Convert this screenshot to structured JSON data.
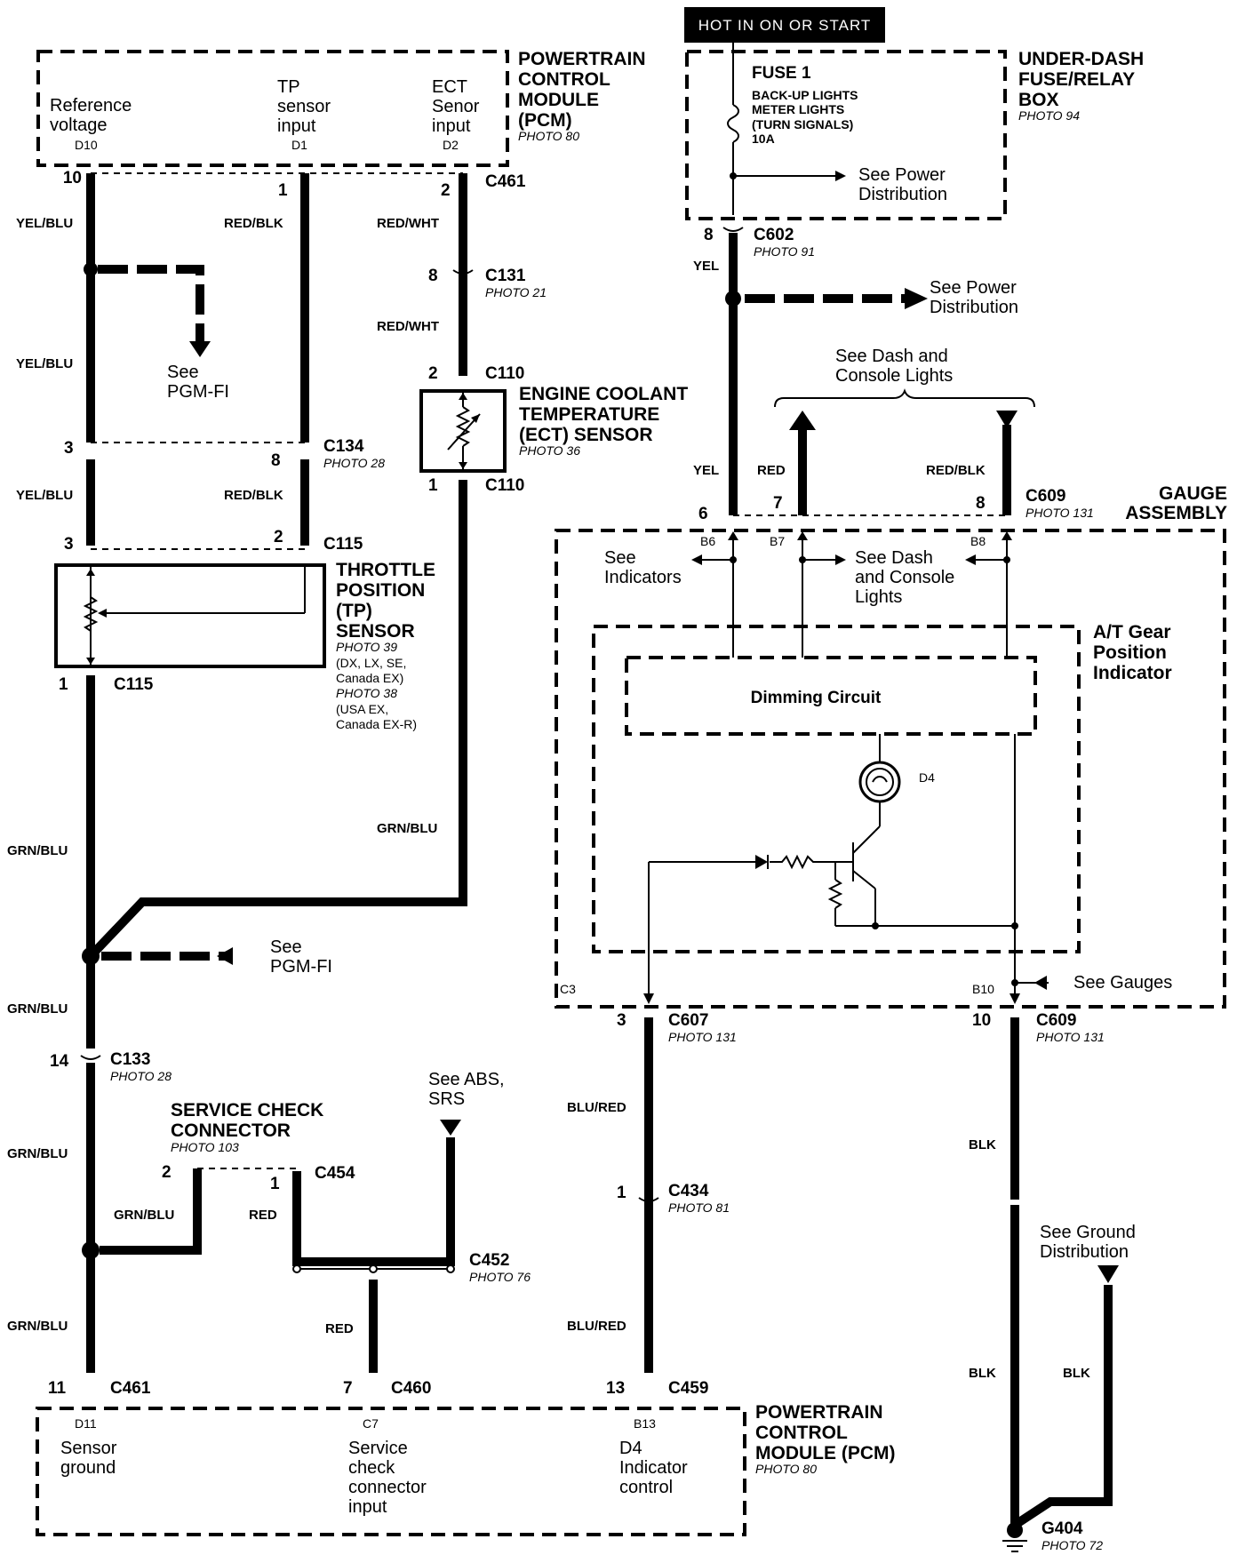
{
  "header": {
    "hot_label": "HOT IN ON OR START"
  },
  "pcm_top": {
    "title": [
      "POWERTRAIN",
      "CONTROL",
      "MODULE",
      "(PCM)"
    ],
    "photo": "PHOTO 80",
    "pins": [
      {
        "lines": [
          "Reference",
          "voltage"
        ],
        "pin": "D10"
      },
      {
        "lines": [
          "TP",
          "sensor",
          "input"
        ],
        "pin": "D1"
      },
      {
        "lines": [
          "ECT",
          "Senor",
          "input"
        ],
        "pin": "D2"
      }
    ]
  },
  "fuse_box": {
    "title": [
      "UNDER-DASH",
      "FUSE/RELAY",
      "BOX"
    ],
    "photo": "PHOTO 94",
    "fuse_name": "FUSE 1",
    "fuse_desc": [
      "BACK-UP LIGHTS",
      "METER LIGHTS",
      "(TURN SIGNALS)",
      "10A"
    ],
    "see": [
      "See Power",
      "Distribution"
    ]
  },
  "ect_sensor": {
    "title": [
      "ENGINE COOLANT",
      "TEMPERATURE",
      "(ECT) SENSOR"
    ],
    "photo": "PHOTO 36"
  },
  "tp_sensor": {
    "title": [
      "THROTTLE",
      "POSITION",
      "(TP)",
      "SENSOR"
    ],
    "notes": [
      "PHOTO 39",
      "(DX, LX, SE,",
      "Canada EX)",
      "PHOTO 38",
      "(USA EX,",
      "Canada EX-R)"
    ]
  },
  "gauge": {
    "title": [
      "GAUGE",
      "ASSEMBLY"
    ],
    "at_title": [
      "A/T Gear",
      "Position",
      "Indicator"
    ],
    "dimming": "Dimming Circuit",
    "lamp": "D4",
    "see_indicators": [
      "See",
      "Indicators"
    ],
    "see_dash_inner": [
      "See Dash",
      "and Console",
      "Lights"
    ],
    "see_dash_top": [
      "See Dash and",
      "Console Lights"
    ],
    "see_gauges": "See Gauges",
    "pins": {
      "b6": "B6",
      "b7": "B7",
      "b8": "B8",
      "c3": "C3",
      "b10": "B10"
    }
  },
  "service_check": {
    "title": [
      "SERVICE CHECK",
      "CONNECTOR"
    ],
    "photo": "PHOTO 103"
  },
  "pcm_bottom": {
    "title": [
      "POWERTRAIN",
      "CONTROL",
      "MODULE (PCM)"
    ],
    "photo": "PHOTO 80",
    "pins": [
      {
        "pin": "D11",
        "lines": [
          "Sensor",
          "ground"
        ]
      },
      {
        "pin": "C7",
        "lines": [
          "Service",
          "check",
          "connector",
          "input"
        ]
      },
      {
        "pin": "B13",
        "lines": [
          "D4",
          "Indicator",
          "control"
        ]
      }
    ]
  },
  "refs": {
    "pgmfi_1": [
      "See",
      "PGM-FI"
    ],
    "pgmfi_2": [
      "See",
      "PGM-FI"
    ],
    "abs_srs": [
      "See ABS,",
      "SRS"
    ],
    "power_2": [
      "See Power",
      "Distribution"
    ],
    "ground": [
      "See Ground",
      "Distribution"
    ]
  },
  "wire_colors": {
    "yel_blu": "YEL/BLU",
    "red_blk": "RED/BLK",
    "red_wht": "RED/WHT",
    "grn_blu": "GRN/BLU",
    "yel": "YEL",
    "red": "RED",
    "blu_red": "BLU/RED",
    "blk": "BLK"
  },
  "connectors": {
    "c461": "C461",
    "c131": "C131",
    "c110": "C110",
    "c134": "C134",
    "c115": "C115",
    "c133": "C133",
    "c454": "C454",
    "c452": "C452",
    "c460": "C460",
    "c459": "C459",
    "c602": "C602",
    "c609": "C609",
    "c607": "C607",
    "c434": "C434",
    "g404": "G404"
  },
  "photos": {
    "c131": "PHOTO 21",
    "c134": "PHOTO 28",
    "c133": "PHOTO 28",
    "c452": "PHOTO 76",
    "c602": "PHOTO 91",
    "c609_top": "PHOTO 131",
    "c607": "PHOTO 131",
    "c609_bot": "PHOTO 131",
    "c434": "PHOTO 81",
    "g404": "PHOTO 72"
  },
  "pins": {
    "p10": "10",
    "p1": "1",
    "p2": "2",
    "p8": "8",
    "p3": "3",
    "p14": "14",
    "p11": "11",
    "p7": "7",
    "p13": "13",
    "p6": "6"
  }
}
